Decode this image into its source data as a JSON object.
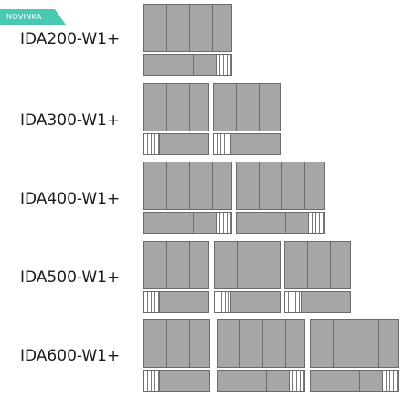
{
  "badge": {
    "text": "NOVINKA",
    "color": "#48c9b4"
  },
  "rows": [
    {
      "label": "IDA200-W1+",
      "modules": 1
    },
    {
      "label": "IDA300-W1+",
      "modules": 2
    },
    {
      "label": "IDA400-W1+",
      "modules": 2
    },
    {
      "label": "IDA500-W1+",
      "modules": 3
    },
    {
      "label": "IDA600-W1+",
      "modules": 3
    }
  ]
}
